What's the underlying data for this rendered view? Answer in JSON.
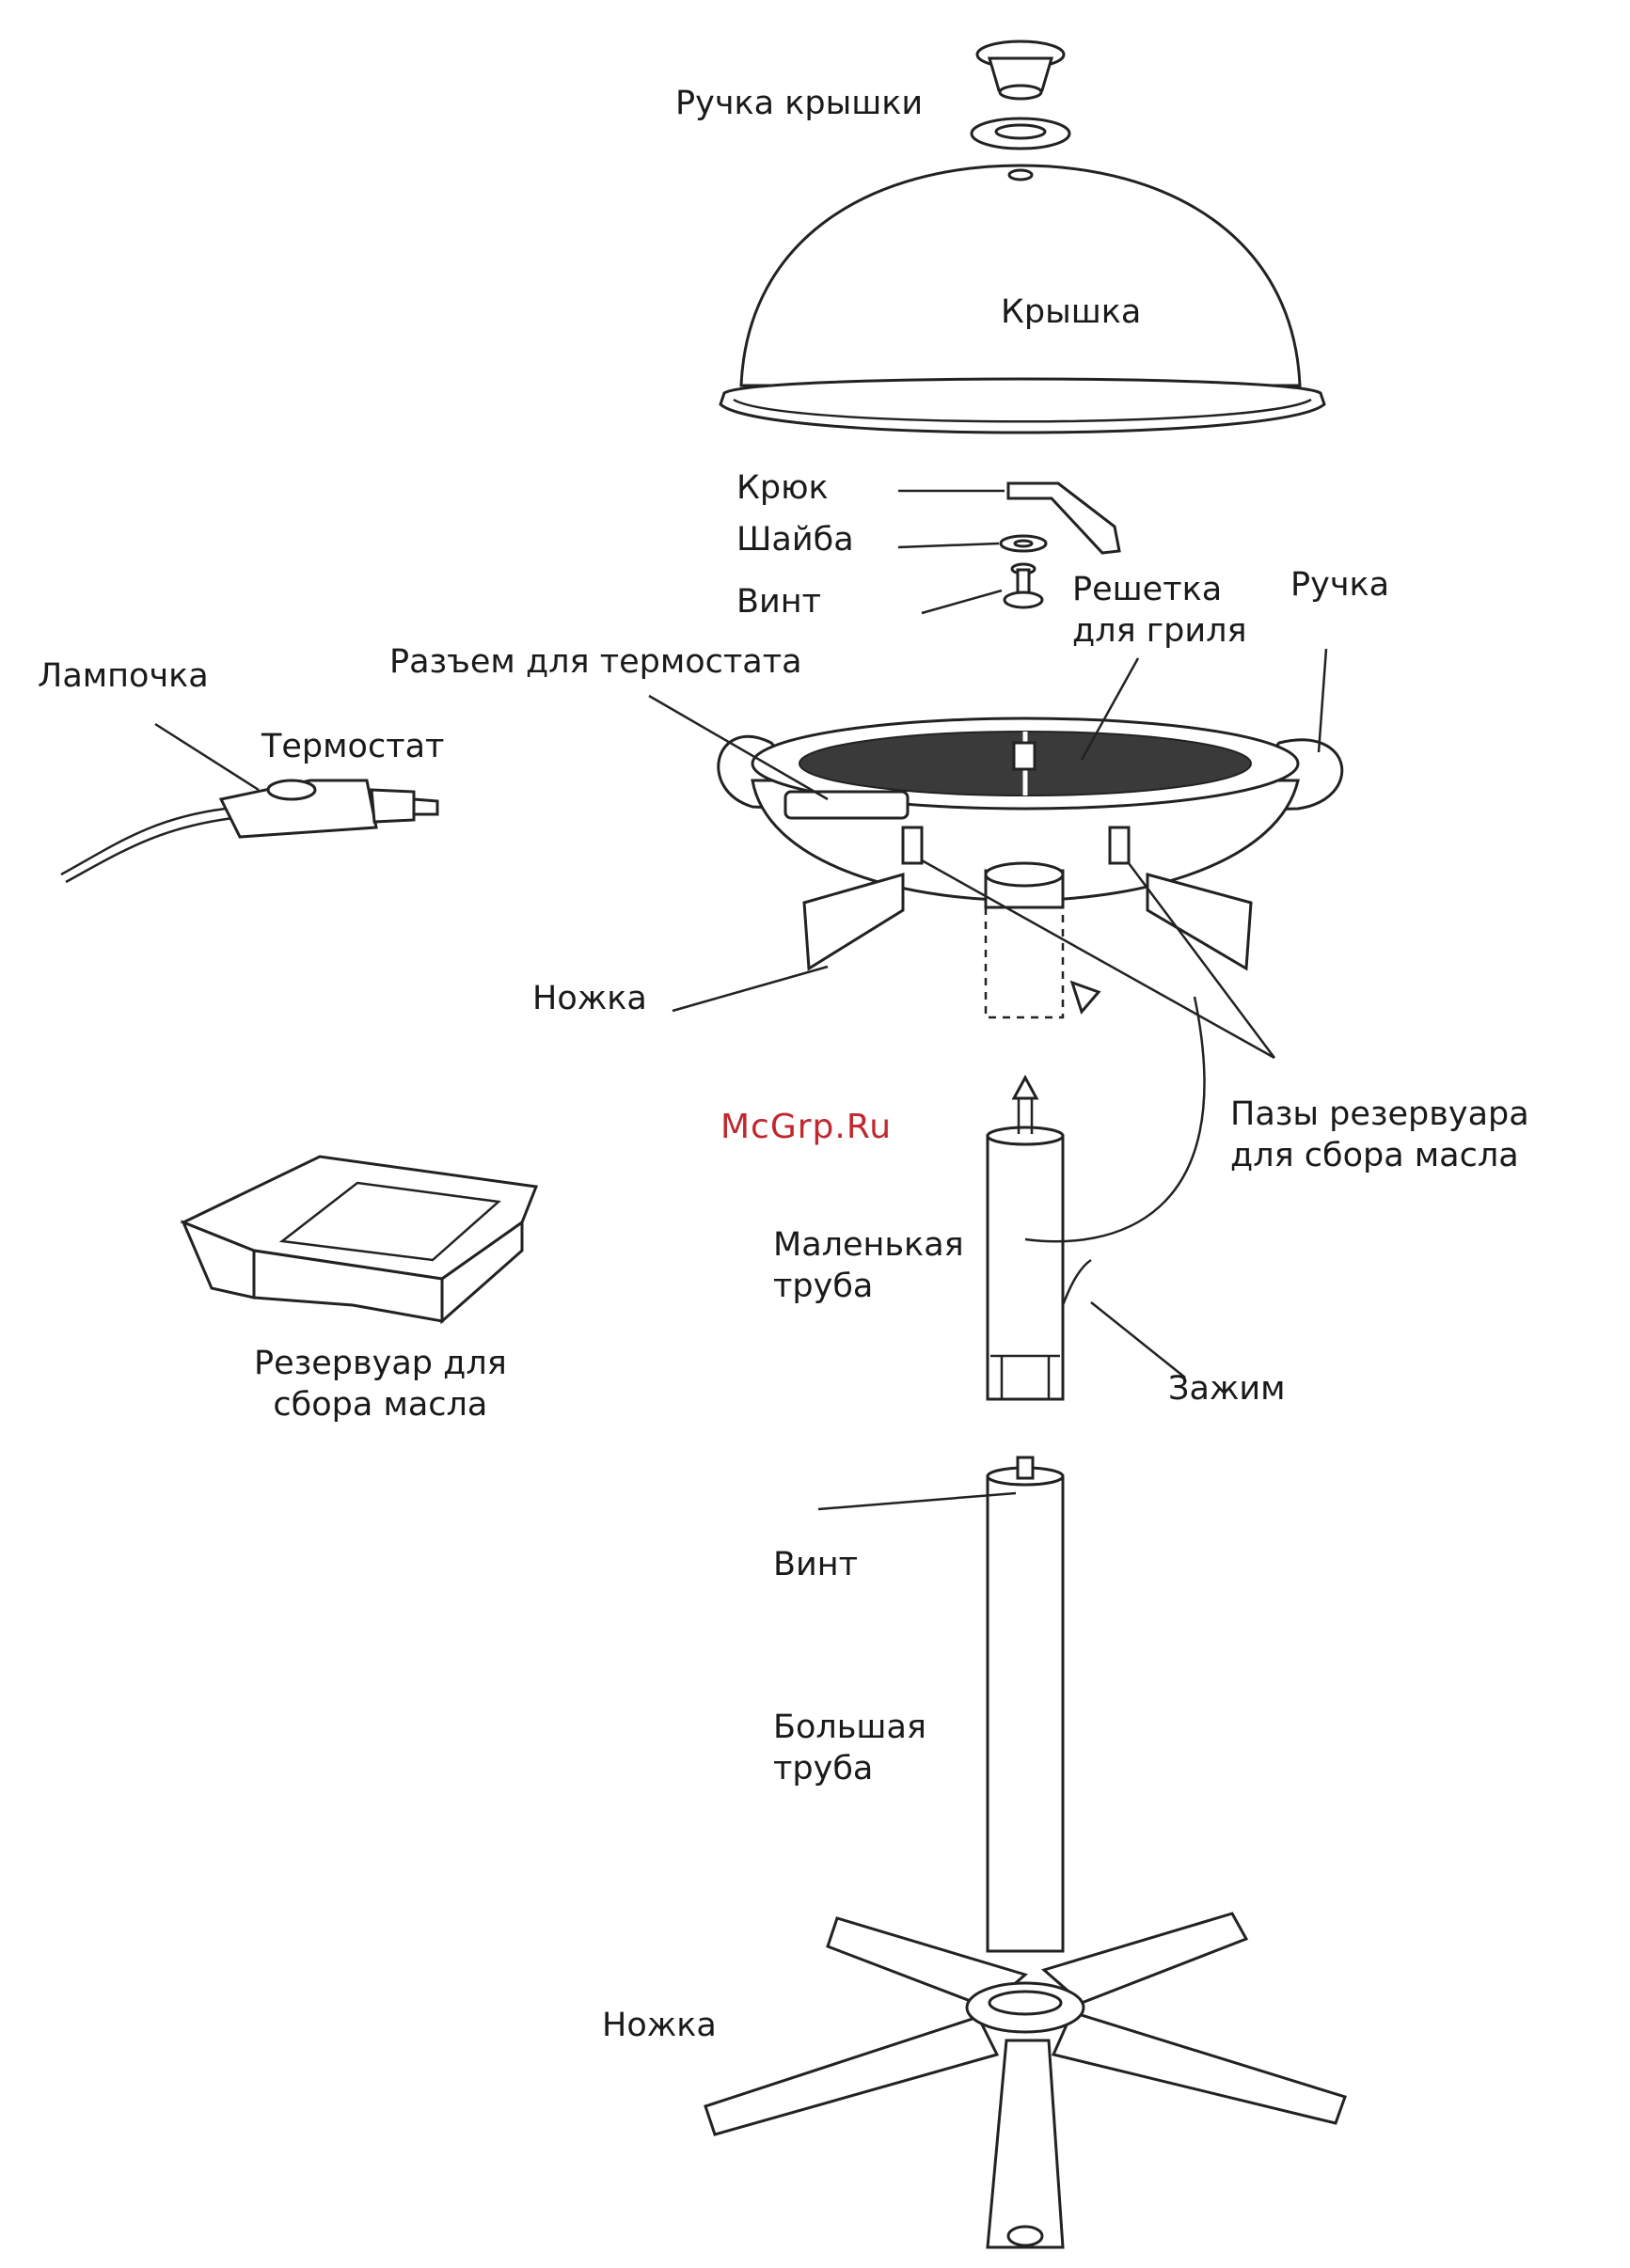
{
  "labels": {
    "lid_handle": "Ручка крышки",
    "lid": "Крышка",
    "hook": "Крюк",
    "washer": "Шайба",
    "screw_top": "Винт",
    "grill_rack": "Решетка\nдля гриля",
    "side_handle": "Ручка",
    "thermostat_socket": "Разъем для термостата",
    "lamp": "Лампочка",
    "thermostat": "Термостат",
    "leg_upper": "Ножка",
    "drip_tray_slots": "Пазы резервуара\nдля сбора масла",
    "small_tube": "Маленькая\nтруба",
    "clamp": "Зажим",
    "drip_tray": "Резервуар для\nсбора масла",
    "screw_bottom": "Винт",
    "large_tube": "Большая\nтруба",
    "leg_base": "Ножка"
  },
  "watermark": "McGrp.Ru",
  "colors": {
    "line": "#222222",
    "watermark": "#c0282e"
  }
}
